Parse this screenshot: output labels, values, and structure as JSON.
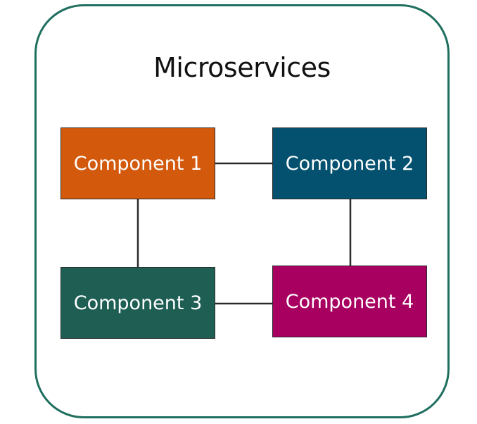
{
  "title": "Microservices",
  "colors": {
    "frame_border": "#1f6f5f",
    "component_1": "#d35a0d",
    "component_2": "#04506f",
    "component_3": "#1e5e53",
    "component_4": "#a70061",
    "connector": "#2a2a2a"
  },
  "components": [
    {
      "label": "Component 1"
    },
    {
      "label": "Component 2"
    },
    {
      "label": "Component 3"
    },
    {
      "label": "Component 4"
    }
  ],
  "connections": [
    [
      "Component 1",
      "Component 2"
    ],
    [
      "Component 1",
      "Component 3"
    ],
    [
      "Component 2",
      "Component 4"
    ],
    [
      "Component 3",
      "Component 4"
    ]
  ]
}
